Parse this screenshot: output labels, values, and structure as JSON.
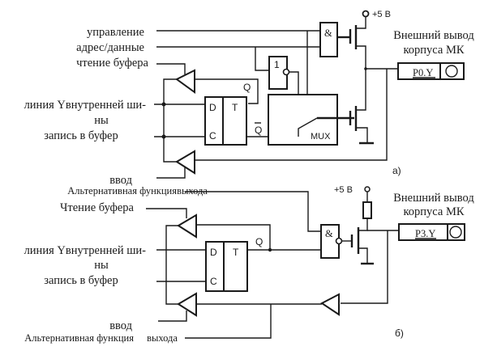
{
  "diagram": {
    "title": "Port pin structures of microcontroller",
    "part_a": {
      "caption": "а)",
      "inputs": {
        "control": "управление",
        "address_data": "адрес/данные",
        "read_buffer": "чтение буфера",
        "internal_bus_line_1": "линия Yвнутренней ши-",
        "internal_bus_line_2": "ны",
        "write_buffer": "запись в буфер",
        "input": "ввод"
      },
      "flipflop": {
        "d": "D",
        "t": "T",
        "c": "C",
        "q": "Q",
        "qbar": "Q"
      },
      "and_gate": "&",
      "inverter": "1",
      "mux": "MUX",
      "supply": "+5 В",
      "external_pin_line1": "Внешний вывод",
      "external_pin_line2": "корпуса МК",
      "pin_name": "P0.Y"
    },
    "part_b": {
      "caption": "б)",
      "inputs": {
        "alt_output_1": "Альтернативная функция",
        "alt_output_2": "выхода",
        "read_buffer": "Чтение буфера",
        "internal_bus_line_1": "линия Yвнутренней ши-",
        "internal_bus_line_2": "ны",
        "write_buffer": "запись в буфер",
        "input": "ввод",
        "alt_input_1": "Альтернативная функция",
        "alt_input_2": "выхода"
      },
      "flipflop": {
        "d": "D",
        "t": "T",
        "c": "C",
        "q": "Q"
      },
      "nand_gate": "&",
      "supply": "+5 В",
      "external_pin_line1": "Внешний вывод",
      "external_pin_line2": "корпуса МК",
      "pin_name": "P3.Y"
    }
  }
}
